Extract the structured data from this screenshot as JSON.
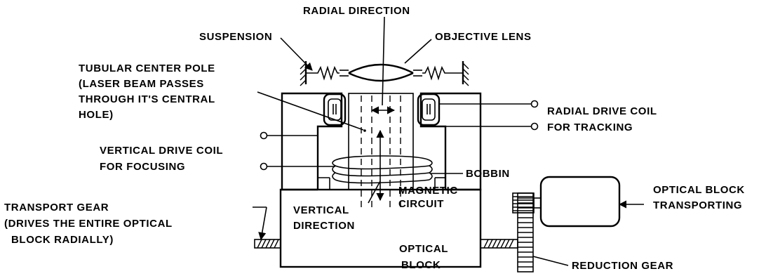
{
  "labels": {
    "radial_direction": "RADIAL DIRECTION",
    "suspension": "SUSPENSION",
    "objective_lens": "OBJECTIVE LENS",
    "center_pole_1": "TUBULAR CENTER POLE",
    "center_pole_2": "(LASER BEAM PASSES",
    "center_pole_3": "THROUGH IT'S CENTRAL",
    "center_pole_4": "HOLE)",
    "radial_coil_1": "RADIAL DRIVE COIL",
    "radial_coil_2": "FOR TRACKING",
    "vertical_coil_1": "VERTICAL DRIVE COIL",
    "vertical_coil_2": "FOR FOCUSING",
    "bobbin": "BOBBIN",
    "magnetic_1": "MAGNETIC",
    "magnetic_2": "CIRCUIT",
    "transport_gear_1": "TRANSPORT GEAR",
    "transport_gear_2": "(DRIVES THE ENTIRE OPTICAL",
    "transport_gear_3": "BLOCK RADIALLY)",
    "vertical_dir_1": "VERTICAL",
    "vertical_dir_2": "DIRECTION",
    "optical_block_1": "OPTICAL",
    "optical_block_2": "BLOCK",
    "transporting_1": "OPTICAL BLOCK",
    "transporting_2": "TRANSPORTING",
    "reduction_gear": "REDUCTION GEAR"
  }
}
